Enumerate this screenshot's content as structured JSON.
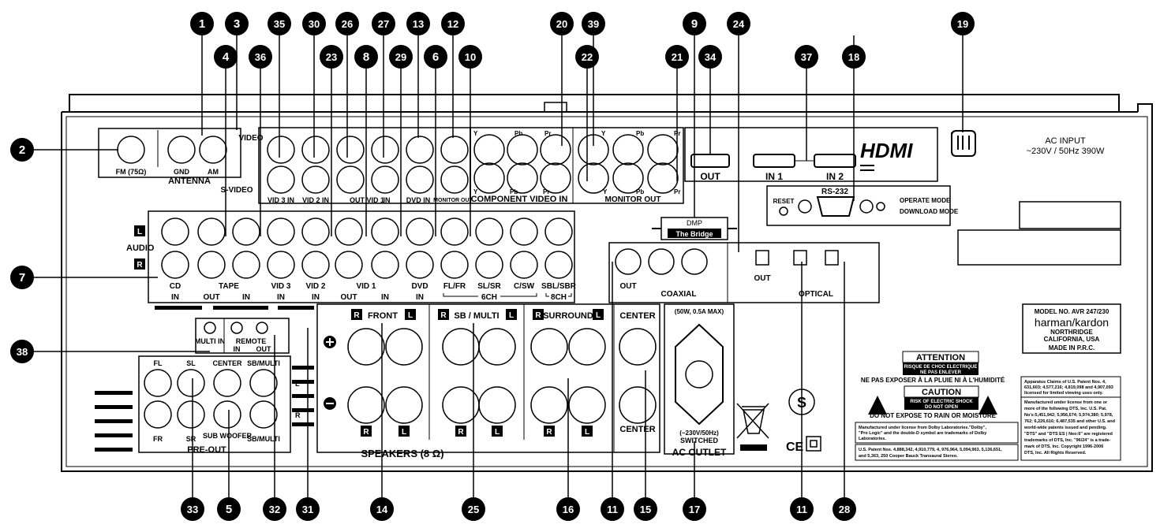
{
  "callouts_top": [
    "1",
    "3",
    "35",
    "30",
    "26",
    "27",
    "13",
    "12",
    "20",
    "39",
    "9",
    "24",
    "34",
    "37",
    "18",
    "19"
  ],
  "callouts_mid": [
    "4",
    "36",
    "23",
    "8",
    "29",
    "6",
    "10",
    "22",
    "21"
  ],
  "callouts_left": [
    "2",
    "7",
    "38"
  ],
  "callouts_bottom": [
    "33",
    "5",
    "32",
    "31",
    "14",
    "25",
    "16",
    "11",
    "15",
    "17",
    "11",
    "28"
  ],
  "labels": {
    "video": "VIDEO",
    "svideo": "S-VIDEO",
    "fm": "FM (75Ω)",
    "gnd": "GND",
    "am": "AM",
    "antenna": "ANTENNA",
    "vid3in": "VID 3 IN",
    "vid2in": "VID 2 IN",
    "out_vid1": "OUT  VID 1",
    "in": "IN",
    "dvd_in": "DVD  IN",
    "monitor_out_v": "MONITOR OUT",
    "component_video_in": "COMPONENT VIDEO IN",
    "monitor_out": "MONITOR OUT",
    "y": "Y",
    "pb": "Pb",
    "pr": "Pr",
    "hdmi": "HDMI",
    "hdmi_out": "OUT",
    "hdmi_in1": "IN 1",
    "hdmi_in2": "IN 2",
    "ac_input": "AC INPUT",
    "ac_spec": "~230V / 50Hz  390W",
    "rs232": "RS-232",
    "reset": "RESET",
    "operate_mode": "OPERATE MODE",
    "download_mode": "DOWNLOAD MODE",
    "dmp": "DMP",
    "the_bridge": "The Bridge",
    "audio": "AUDIO",
    "l": "L",
    "r": "R",
    "cd": "CD",
    "tape": "TAPE",
    "vid3": "VID 3",
    "vid2": "VID 2",
    "vid1": "VID 1",
    "dvd": "DVD",
    "flfr": "FL/FR",
    "slsr": "SL/SR",
    "csw": "C/SW",
    "sblsbr": "SBL/SBR",
    "six_ch": "6CH",
    "eight_ch": "8CH",
    "out": "OUT",
    "in_lbl": "IN",
    "coax_out": "OUT",
    "coaxial": "COAXIAL",
    "opt_out": "OUT",
    "optical": "OPTICAL",
    "multi_in": "MULTI IN",
    "remote": "REMOTE",
    "remote_in": "IN",
    "remote_out": "OUT",
    "fl": "FL",
    "sl": "SL",
    "center": "CENTER",
    "sb_multi": "SB/MULTI",
    "fr": "FR",
    "sr": "SR",
    "sub_woofer": "SUB WOOFER",
    "pre_out": "PRE-OUT",
    "front": "FRONT",
    "sb_multi_spk": "SB / MULTI",
    "surround": "SURROUND",
    "center_spk": "CENTER",
    "speakers": "SPEAKERS (8 Ω)",
    "outlet_rating": "(50W, 0.5A MAX)",
    "outlet_volts": "(~230V/50Hz)",
    "switched": "SWITCHED",
    "ac_outlet": "AC OUTLET",
    "model_no": "MODEL NO. AVR 247/230",
    "brand": "harman/kardon",
    "northridge": "NORTHRIDGE",
    "california": "CALIFORNIA, USA",
    "made_in": "MADE IN P.R.C.",
    "attention": "ATTENTION",
    "risque": "RISQUE DE CHOC ELECTRIQUE",
    "ne_pas_enlever": "NE PAS ENLEVER",
    "ne_pas_exposer": "NE PAS EXPOSER À LA PLUIE NI À L'HUMIDITÉ",
    "caution": "CAUTION",
    "risk_shock": "RISK OF ELECTRIC SHOCK",
    "do_not_open": "DO NOT OPEN",
    "do_not_expose": "DO NOT EXPOSE TO RAIN OR MOISTURE",
    "dolby_1": "Manufactured under license from Dolby Laboratories.\"Dolby\",",
    "dolby_2": "\"Pro Logic\" and the double-D symbol are trademarks of Dolby",
    "dolby_3": "Laboratories.",
    "dts_patent_1": "U.S. Patent Nos. 4,888,342, 4,910,779, 4, 976,964, 5,094,963, 5,136,651,",
    "dts_patent_2": "and 5,363, 250 Cooper Bauck Transaural Stereo.",
    "apparatus_1": "Apparatus Claims of U.S. Patent Nos. 4,",
    "apparatus_2": "631,603; 4,577,216; 4,819,098 and 4,907,093",
    "apparatus_3": "licensed for limited viewing uses only.",
    "dts_1": "Manufactured under license from one or",
    "dts_2": "more of the following DTS, Inc. U.S. Pat.",
    "dts_3": "No's:5,451,942; 5,956,674; 5,974,380; 5,978,",
    "dts_4": "762; 6,226,616; 6,487,535 and other U.S. and",
    "dts_5": "world-wide patents issued and pending.",
    "dts_6": "\"DTS\" and \"DTS ES | Neo:6\" are registered",
    "dts_7": "trademarks of DTS, Inc. \"96/24\" is a trade-",
    "dts_8": "mark of DTS, Inc. Copyright 1996-2006",
    "dts_9": "DTS, Inc. All Rights Reserved.",
    "ce": "CE"
  },
  "colors": {
    "ink": "#000000",
    "paper": "#ffffff"
  }
}
